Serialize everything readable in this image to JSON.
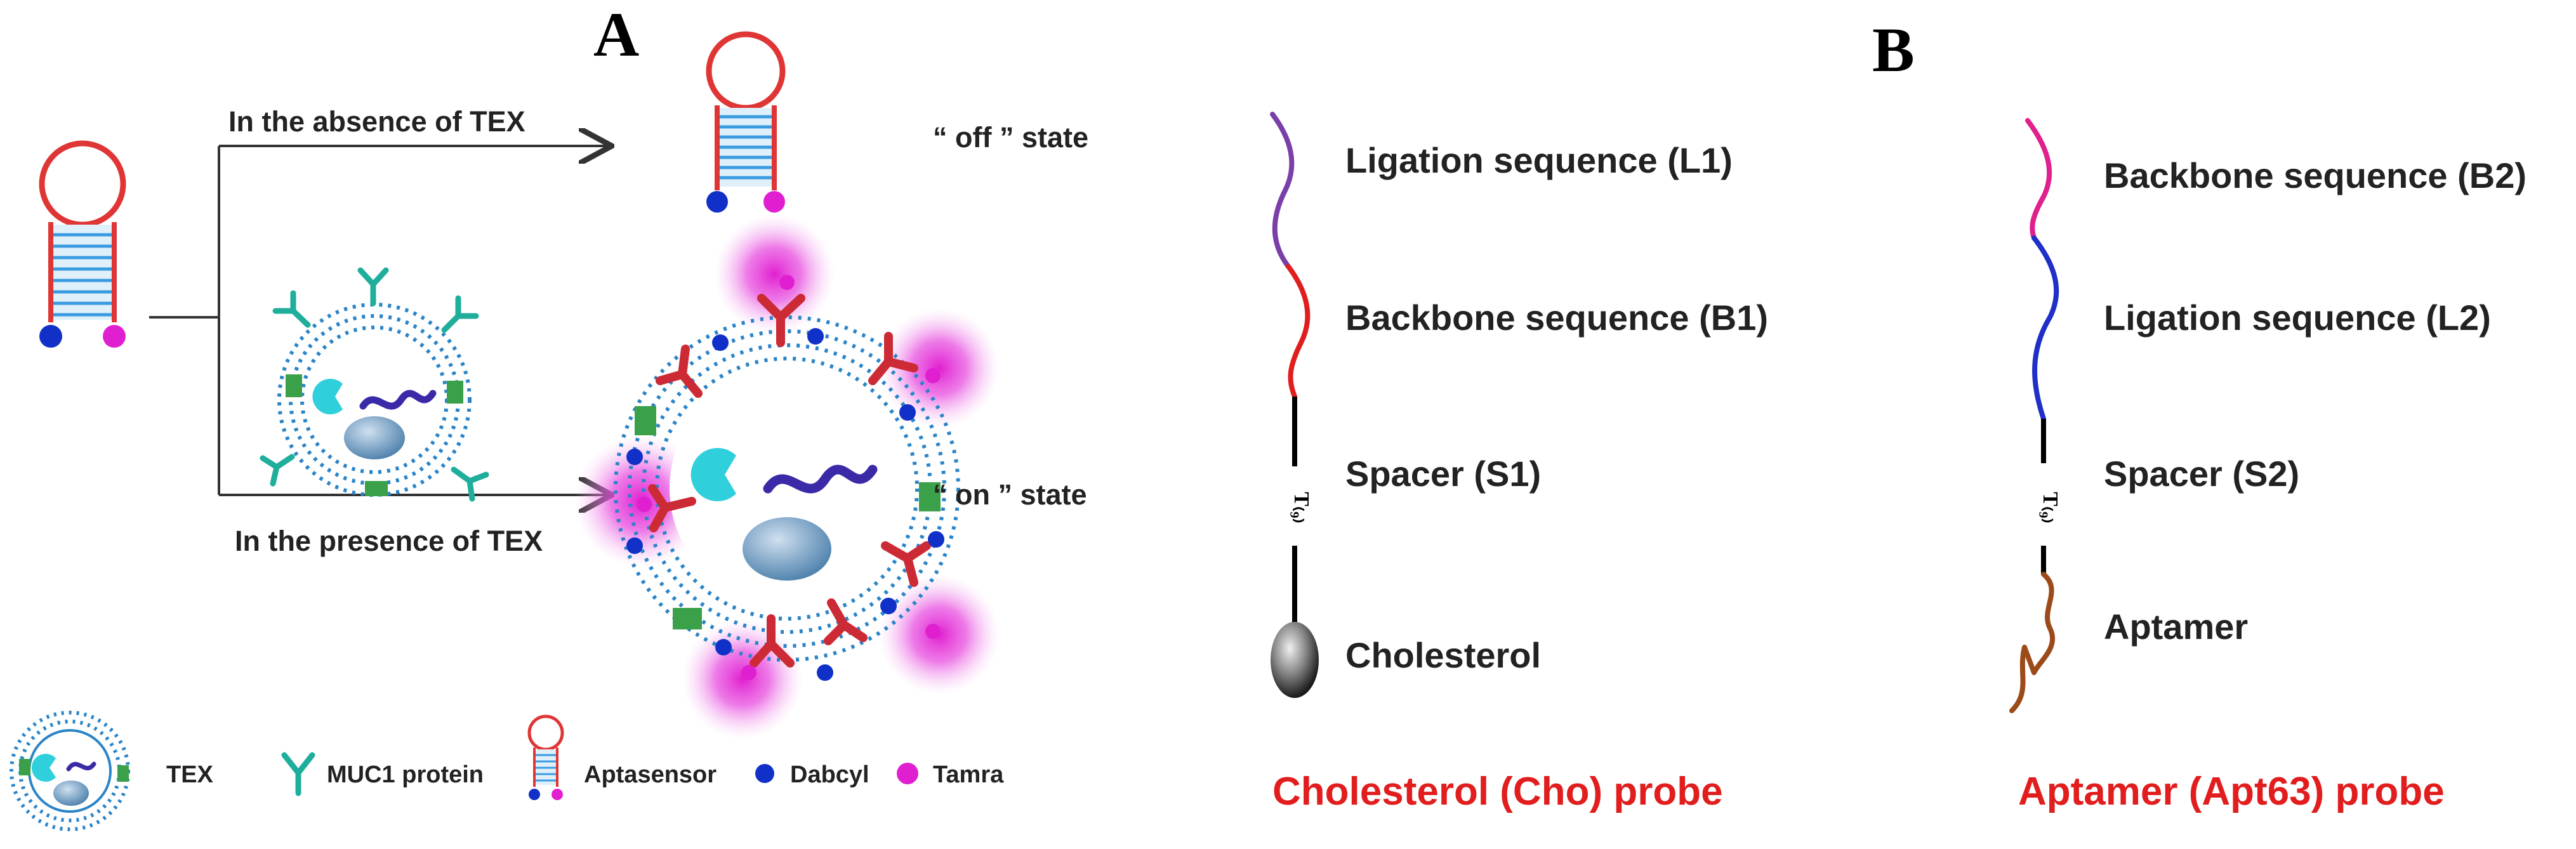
{
  "colors": {
    "hairpin_loop": "#e03535",
    "stem": "#3a9be0",
    "dabcyl": "#1030c8",
    "tamra": "#e020d0",
    "muc1": "#1fae9c",
    "aptamer_red": "#cc2a34",
    "membrane": "#2a84c8",
    "green_patch": "#3aa14a",
    "ligation_purple": "#7a3fa8",
    "backbone_red": "#e01e1e",
    "backbone_pink": "#e0208c",
    "ligation_blue": "#1f2fc8",
    "aptamer_brown": "#9b4a1a",
    "probe_title_red": "#e11d1d"
  },
  "panel_a": {
    "label": "A",
    "absence_text": "In the absence of TEX",
    "presence_text": "In the presence of TEX",
    "off_state": "“ off ” state",
    "on_state": "“ on ” state",
    "legend": {
      "tex": "TEX",
      "muc1": "MUC1 protein",
      "aptasensor": "Aptasensor",
      "dabcyl": "Dabcyl",
      "tamra": "Tamra"
    }
  },
  "panel_b": {
    "label": "B",
    "cho_probe": {
      "title": "Cholesterol (Cho) probe",
      "spacer_mark": "T₍₉₎",
      "parts": [
        "Ligation sequence (L1)",
        "Backbone sequence (B1)",
        "Spacer (S1)",
        "Cholesterol"
      ]
    },
    "apt_probe": {
      "title": "Aptamer (Apt63) probe",
      "spacer_mark": "T₍₉₎",
      "parts": [
        "Backbone sequence (B2)",
        "Ligation sequence (L2)",
        "Spacer (S2)",
        "Aptamer"
      ]
    }
  }
}
